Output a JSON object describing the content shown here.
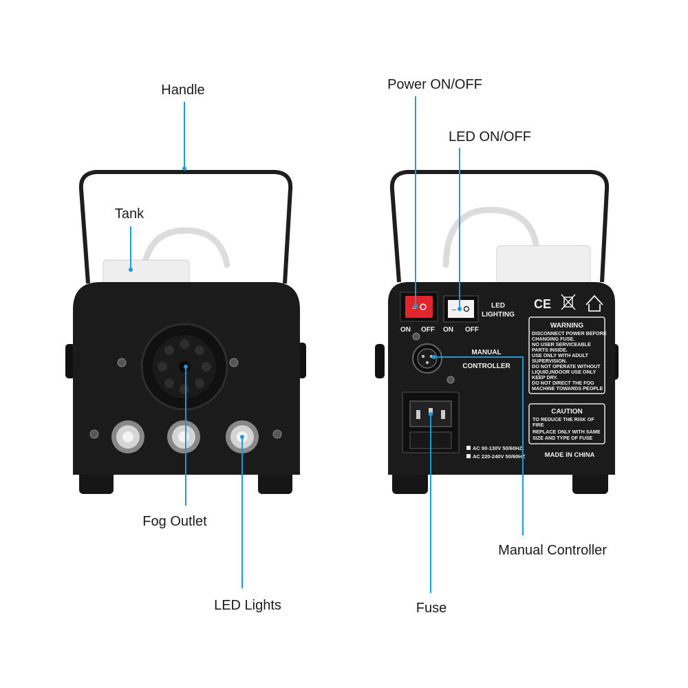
{
  "callouts": {
    "handle": "Handle",
    "tank": "Tank",
    "fog_outlet": "Fog Outlet",
    "led_lights": "LED Lights",
    "power": "Power ON/OFF",
    "led_switch": "LED ON/OFF",
    "manual_controller": "Manual Controller",
    "fuse": "Fuse"
  },
  "back_panel": {
    "switch_on": "ON",
    "switch_off": "OFF",
    "led_lighting_line1": "LED",
    "led_lighting_line2": "LIGHTING",
    "manual_line1": "MANUAL",
    "manual_line2": "CONTROLLER",
    "warning_title": "WARNING",
    "warning_lines": [
      "DISCONNECT POWER BEFORE",
      "CHANGING FUSE.",
      "NO USER SERVICEABLE",
      "PARTS INSIDE.",
      "USE ONLY  WITH ADULT",
      "SUPERVISION.",
      "DO NOT OPERATE WITHOUT",
      "LIQUID,INDOOR  USE ONLY",
      "KEEP DRY.",
      "DO NOT DIRECT THE FOG",
      "MACHINE TOWARDS PEOPLE"
    ],
    "caution_title": "CAUTION",
    "caution_lines": [
      "TO REDUCE THE RISK OF",
      "FIRE",
      "REPLACE ONLY WITH  SAME",
      "SIZE AND TYPE OF FUSE"
    ],
    "made_in": "MADE IN CHINA",
    "voltage_1": "AC 90-130V 50/60HZ",
    "voltage_2": "AC 220-240V 50/60HZ",
    "ce_mark": "CE"
  },
  "colors": {
    "accent_line": "#1a9ad6",
    "body": "#1b1b1b",
    "power_switch": "#e0252b"
  }
}
